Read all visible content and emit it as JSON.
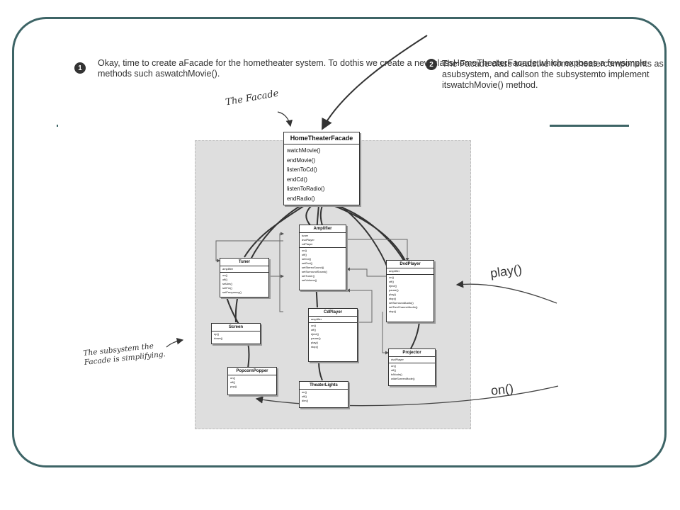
{
  "notes": {
    "note1": {
      "number": "1",
      "lines": [
        "Okay, time to create a",
        "Facade for the home",
        "theater system. To do",
        "this we create a new class",
        "HomeTheaterFacade,",
        "which exposes a few",
        "simple methods such as",
        "watchMovie()."
      ]
    },
    "note2": {
      "number": "2",
      "lines": [
        "The Facade class treats",
        "the home theater",
        "components as a",
        "subsystem, and calls",
        "on the subsystem",
        "to implement its",
        "watchMovie() method."
      ]
    }
  },
  "annotations": {
    "facade_label": "The Facade",
    "subsystem_label_line1": "The subsystem the",
    "subsystem_label_line2": "Facade is simplifying.",
    "play_call": "play()",
    "on_call": "on()"
  },
  "classes": {
    "facade": {
      "name": "HomeTheaterFacade",
      "methods": [
        "watchMovie()",
        "endMovie()",
        "listenToCd()",
        "endCd()",
        "listenToRadio()",
        "endRadio()"
      ]
    },
    "amplifier": {
      "name": "Amplifier",
      "attrs": [
        "tuner",
        "dvdPlayer",
        "cdPlayer"
      ],
      "methods": [
        "on()",
        "off()",
        "setCd()",
        "setDvd()",
        "setStereoSound()",
        "setSurroundSound()",
        "setTuner()",
        "setVolume()"
      ]
    },
    "tuner": {
      "name": "Tuner",
      "attrs": [
        "amplifier"
      ],
      "methods": [
        "on()",
        "off()",
        "setAm()",
        "setFm()",
        "setFrequency()"
      ]
    },
    "dvdplayer": {
      "name": "DvdPlayer",
      "attrs": [
        "amplifier"
      ],
      "methods": [
        "on()",
        "off()",
        "eject()",
        "pause()",
        "play()",
        "stop()",
        "setSurroundAudio()",
        "setTwoChannelAudio()",
        "stop()"
      ]
    },
    "screen": {
      "name": "Screen",
      "methods": [
        "up()",
        "down()"
      ]
    },
    "cdplayer": {
      "name": "CdPlayer",
      "attrs": [
        "amplifier"
      ],
      "methods": [
        "on()",
        "off()",
        "eject()",
        "pause()",
        "play()",
        "stop()"
      ]
    },
    "projector": {
      "name": "Projector",
      "attrs": [
        "dvdPlayer"
      ],
      "methods": [
        "on()",
        "off()",
        "tvMode()",
        "wideScreenMode()"
      ]
    },
    "popcorn": {
      "name": "PopcornPopper",
      "methods": [
        "on()",
        "off()",
        "pop()"
      ]
    },
    "lights": {
      "name": "TheaterLights",
      "methods": [
        "on()",
        "off()",
        "dim()"
      ]
    }
  }
}
